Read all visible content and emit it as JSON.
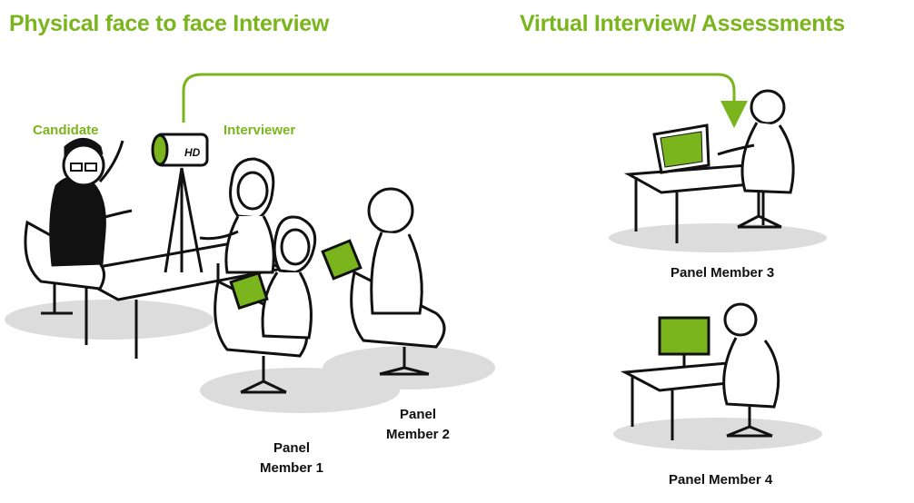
{
  "titles": {
    "physical": "Physical face to face Interview",
    "virtual": "Virtual Interview/ Assessments"
  },
  "roles": {
    "candidate": "Candidate",
    "interviewer": "Interviewer"
  },
  "camera_label": "HD",
  "panel_members": {
    "member1": [
      "Panel",
      "Member 1"
    ],
    "member2": [
      "Panel",
      "Member 2"
    ],
    "member3": "Panel Member 3",
    "member4": "Panel Member 4"
  },
  "colors": {
    "accent_green": "#7ab51d",
    "shadow_gray": "#dcdcdc",
    "ink": "#111111"
  }
}
